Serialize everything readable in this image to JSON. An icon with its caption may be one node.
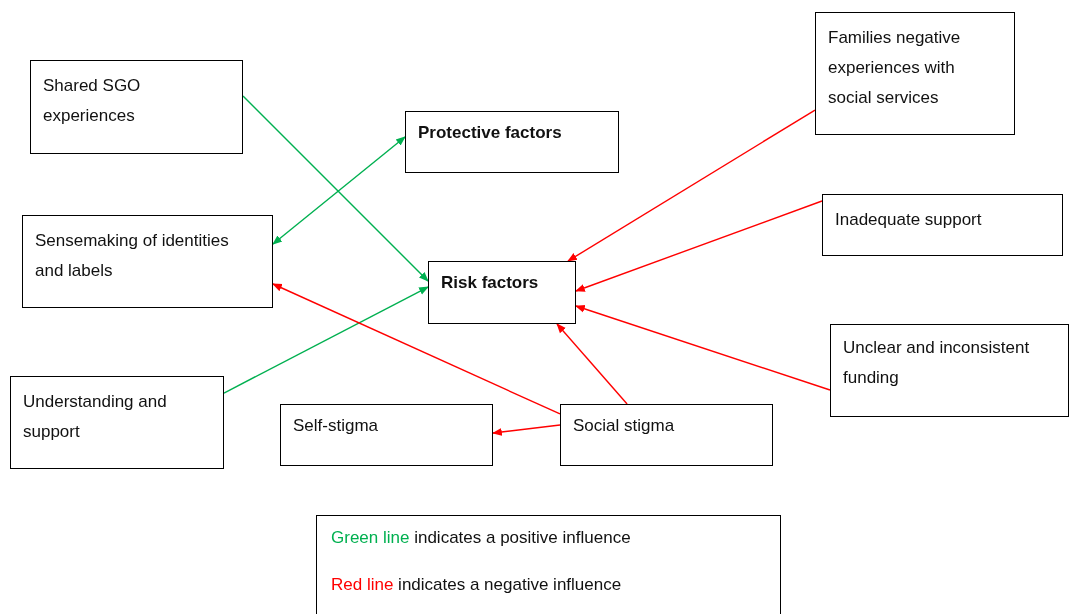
{
  "diagram": {
    "nodes": [
      {
        "text": [
          "Shared SGO experiences"
        ]
      },
      {
        "text": [
          "Protective factors"
        ]
      },
      {
        "text": [
          "Families negative experiences with social services"
        ]
      },
      {
        "text": [
          "Sensemaking of identities and labels"
        ]
      },
      {
        "text": [
          "Inadequate support"
        ]
      },
      {
        "text": [
          "Risk factors"
        ]
      },
      {
        "text": [
          "Unclear and inconsistent funding"
        ]
      },
      {
        "text": [
          "Understanding and support"
        ]
      },
      {
        "text": [
          "Self-stigma"
        ]
      },
      {
        "text": [
          "Social stigma"
        ]
      }
    ],
    "edges": [
      {
        "from": 0,
        "to": 5,
        "arrow": "to",
        "color": "#00b050"
      },
      {
        "from": 3,
        "to": 1,
        "arrow": "both",
        "color": "#00b050"
      },
      {
        "from": 7,
        "to": 5,
        "arrow": "to",
        "color": "#00b050"
      },
      {
        "from": 2,
        "to": 5,
        "arrow": "to"
      },
      {
        "from": 4,
        "to": 5,
        "arrow": "to"
      },
      {
        "from": 6,
        "to": 5,
        "arrow": "to"
      },
      {
        "from": 9,
        "to": 5,
        "arrow": "to"
      },
      {
        "from": 9,
        "to": 3,
        "arrow": "to"
      },
      {
        "from": 9,
        "to": 8,
        "arrow": "to"
      }
    ],
    "labels": [
      "indicates a positive influence",
      "indicates a negative influence"
    ],
    "legend": [
      {
        "text": "Green line",
        "color": "#00b050"
      },
      {
        "text": "Red line",
        "color": "#ff0000"
      }
    ]
  }
}
